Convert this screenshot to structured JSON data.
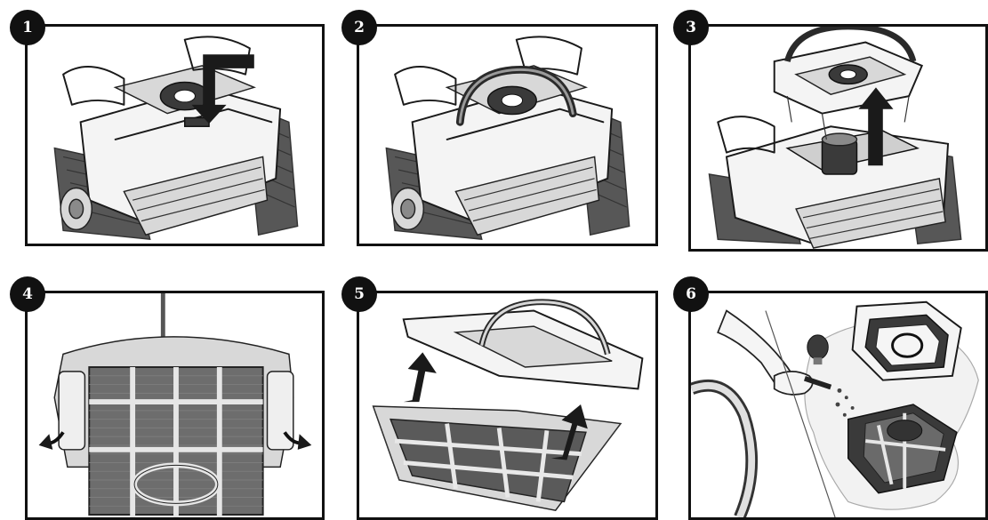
{
  "steps": [
    {
      "number": "1",
      "icon": "robot-latch-press-arrow"
    },
    {
      "number": "2",
      "icon": "robot-lift-handle"
    },
    {
      "number": "3",
      "icon": "robot-remove-filter-arrow"
    },
    {
      "number": "4",
      "icon": "filter-basket-open-clips"
    },
    {
      "number": "5",
      "icon": "filter-basket-separate-arrows"
    },
    {
      "number": "6",
      "icon": "filter-rinse-hose"
    }
  ]
}
